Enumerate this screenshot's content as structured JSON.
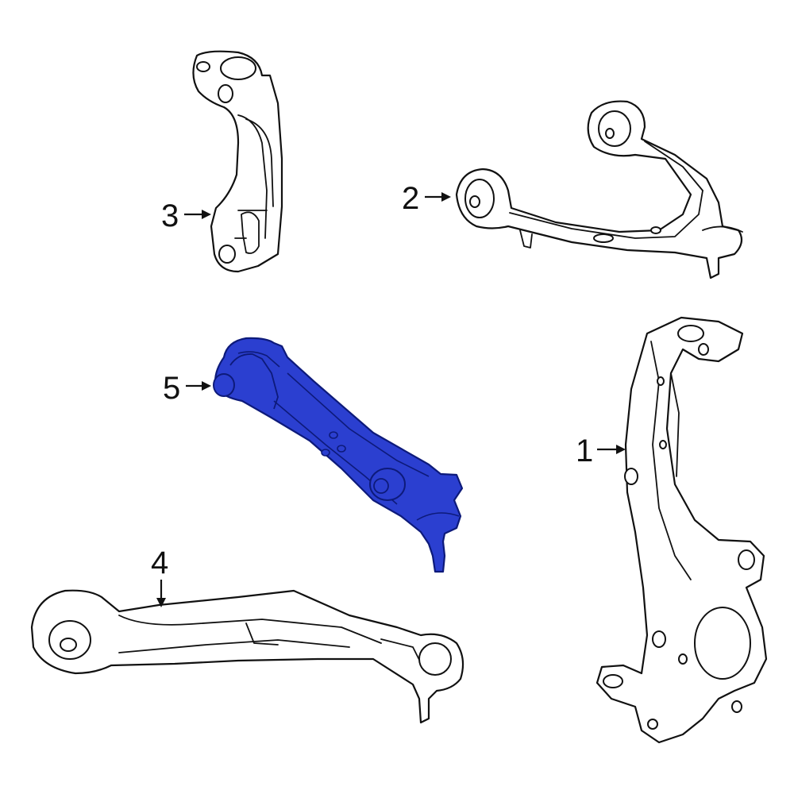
{
  "diagram": {
    "callouts": [
      {
        "id": "1",
        "label": "1"
      },
      {
        "id": "2",
        "label": "2"
      },
      {
        "id": "3",
        "label": "3"
      },
      {
        "id": "4",
        "label": "4"
      },
      {
        "id": "5",
        "label": "5"
      }
    ],
    "colors": {
      "outline": "#111111",
      "fill": "#ffffff",
      "highlight": "#2b3fd0",
      "highlight_dark": "#0d1a7a"
    },
    "highlighted_part": "5"
  }
}
